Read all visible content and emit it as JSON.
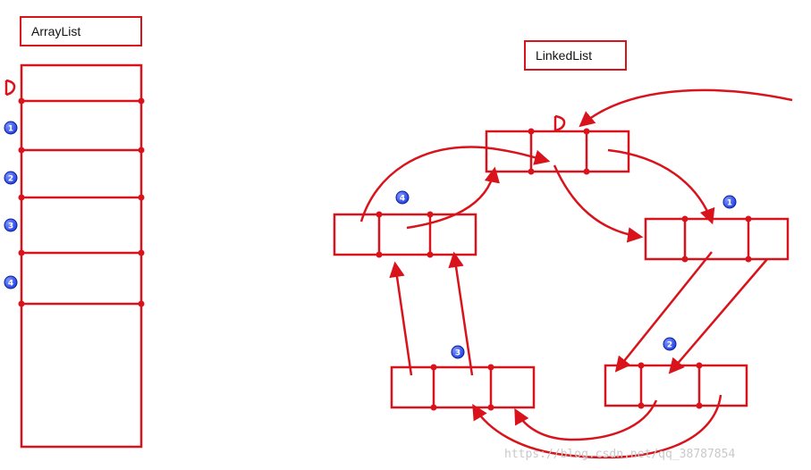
{
  "arraylist": {
    "title": "ArrayList",
    "start_marker": "D",
    "markers": [
      "1",
      "2",
      "3",
      "4"
    ]
  },
  "linkedlist": {
    "title": "LinkedList",
    "start_marker": "D",
    "markers": [
      "1",
      "2",
      "3",
      "4"
    ]
  },
  "watermark": "https://blog.csdn.net/qq_38787854",
  "colors": {
    "box_stroke": "#d9131c",
    "marker_fill": "#1f3fe0"
  }
}
